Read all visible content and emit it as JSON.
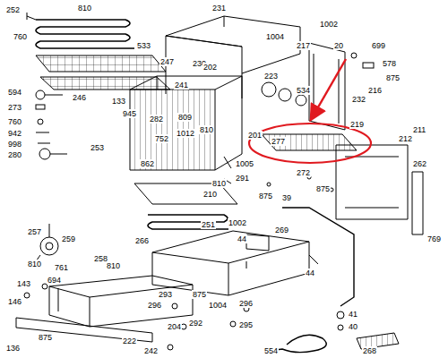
{
  "diagram": {
    "labels": [
      "252",
      "810",
      "760",
      "533",
      "247",
      "246",
      "241",
      "594",
      "273",
      "760",
      "942",
      "998",
      "280",
      "231",
      "230",
      "1004",
      "1002",
      "217",
      "20",
      "699",
      "578",
      "875",
      "216",
      "223",
      "534",
      "232",
      "219",
      "212",
      "211",
      "133",
      "945",
      "202",
      "201",
      "282",
      "809",
      "1012",
      "810",
      "752",
      "253",
      "862",
      "277",
      "272",
      "875",
      "1005",
      "291",
      "810",
      "875",
      "210",
      "251",
      "262",
      "769",
      "39",
      "1002",
      "269",
      "44",
      "44",
      "266",
      "257",
      "259",
      "258",
      "810",
      "810",
      "761",
      "694",
      "143",
      "146",
      "136",
      "875",
      "222",
      "204",
      "242",
      "296",
      "293",
      "875",
      "1004",
      "296",
      "292",
      "295",
      "41",
      "40",
      "268",
      "554"
    ]
  }
}
